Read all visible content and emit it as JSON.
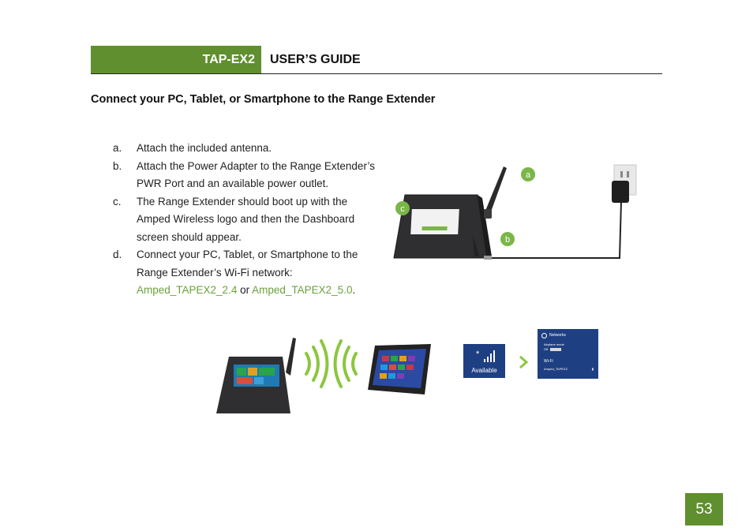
{
  "header": {
    "product": "TAP-EX2",
    "guide": "USER’S GUIDE"
  },
  "section_title": "Connect your PC, Tablet, or Smartphone to the Range Extender",
  "steps": [
    {
      "marker": "a.",
      "text": "Attach the included antenna."
    },
    {
      "marker": "b.",
      "text": "Attach the Power Adapter to the Range Extender’s PWR Port and an available power outlet."
    },
    {
      "marker": "c.",
      "text": "The Range Extender should boot up with the Amped Wireless logo and then the Dashboard screen should appear."
    },
    {
      "marker": "d.",
      "text": "Connect your PC, Tablet, or Smartphone to the Range Extender’s Wi-Fi network:",
      "ssid_24": "Amped_TAPEX2_2.4",
      "joiner": "or",
      "ssid_50": "Amped_TAPEX2_5.0",
      "end": "."
    }
  ],
  "callouts": {
    "a": "a",
    "b": "b",
    "c": "c"
  },
  "available_tile": {
    "label": "Available"
  },
  "networks_panel": {
    "title": "Networks",
    "airplane_mode": "Airplane mode",
    "airplane_state": "Off",
    "wifi_label": "Wi-Fi",
    "network_name": "Amped_TAPEX2"
  },
  "page_number": "53",
  "colors": {
    "brand_green": "#5f8f2e",
    "ssid_green": "#6aa23a",
    "wave_green": "#8cc63f",
    "callout_green": "#7ab648",
    "win_blue": "#1f3f83"
  },
  "icons": [
    "antenna-icon",
    "wifi-waves-icon",
    "chevron-right-icon",
    "signal-bars-icon"
  ]
}
